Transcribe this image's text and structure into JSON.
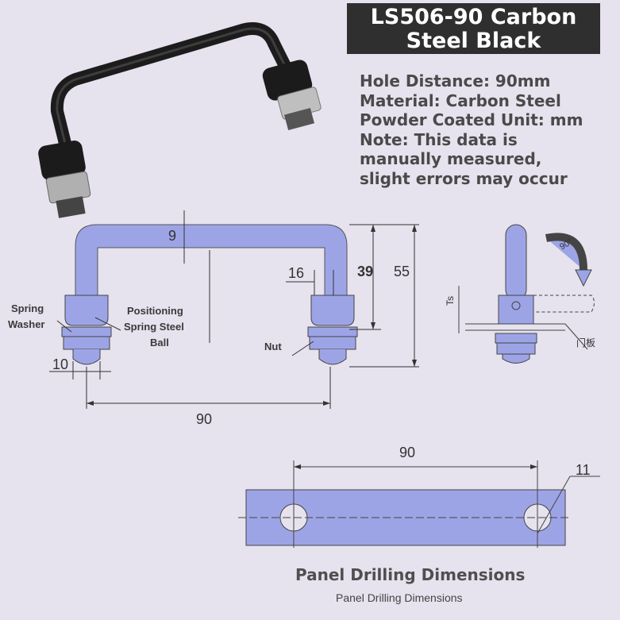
{
  "title": {
    "line1": "LS506-90 Carbon",
    "line2": "Steel Black"
  },
  "specs": [
    "Hole Distance: 90mm",
    "Material: Carbon Steel",
    "Powder Coated Unit: mm",
    "Note: This data is",
    "manually measured,",
    "slight errors may occur"
  ],
  "labels": {
    "spring_washer_1": "Spring",
    "spring_washer_2": "Washer",
    "positioning_1": "Positioning",
    "positioning_2": "Spring Steel",
    "positioning_3": "Ball",
    "nut": "Nut",
    "door_panel": "门板",
    "ts": "Ts",
    "angle": "90°"
  },
  "dimensions": {
    "top_thickness": "9",
    "bolt_width": "16",
    "inner_height": "39",
    "total_height": "55",
    "foot_width": "10",
    "hole_distance": "90",
    "drill_distance": "90",
    "hole_diameter": "11"
  },
  "footer": {
    "title": "Panel Drilling Dimensions",
    "subtitle": "Panel Drilling Dimensions"
  },
  "colors": {
    "background": "#e6e2ee",
    "diagram_fill": "#9da4e6",
    "title_bg": "#2f2f2f"
  }
}
